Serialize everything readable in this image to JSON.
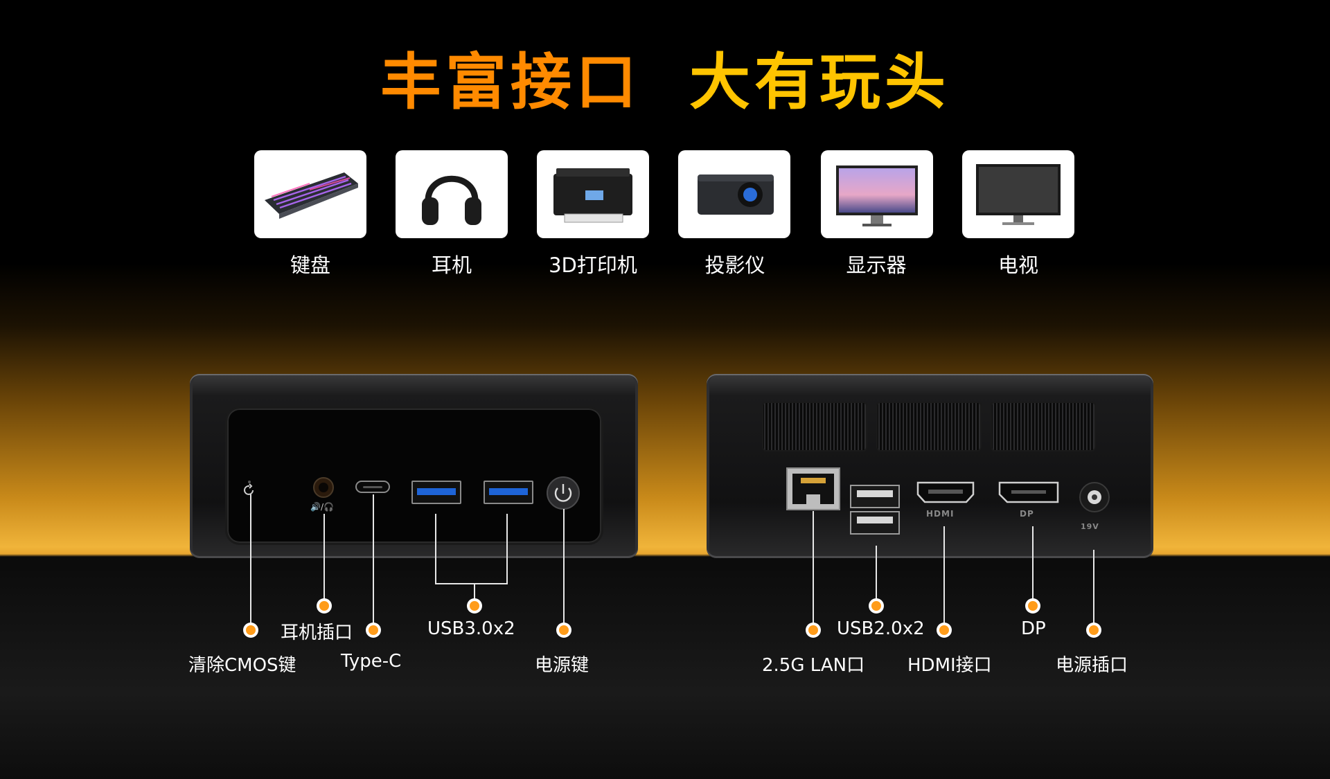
{
  "title": {
    "part1": "丰富接口",
    "part2": "大有玩头"
  },
  "devices": [
    {
      "label": "键盘",
      "icon": "keyboard-icon"
    },
    {
      "label": "耳机",
      "icon": "headphones-icon"
    },
    {
      "label": "3D打印机",
      "icon": "printer-icon"
    },
    {
      "label": "投影仪",
      "icon": "projector-icon"
    },
    {
      "label": "显示器",
      "icon": "monitor-icon"
    },
    {
      "label": "电视",
      "icon": "tv-icon"
    }
  ],
  "front_ports": {
    "clear_cmos": "清除CMOS键",
    "headphone": "耳机插口",
    "typec": "Type-C",
    "usb3": "USB3.0x2",
    "power": "电源键"
  },
  "rear_ports": {
    "lan": "2.5G LAN口",
    "usb2": "USB2.0x2",
    "hdmi": "HDMI接口",
    "dp": "DP",
    "power_in": "电源插口"
  },
  "port_markings": {
    "hdmi": "HDMI",
    "dp": "DP",
    "dc": "19V"
  },
  "colors": {
    "title1": "#ff8a00",
    "title2": "#ffc400",
    "dot": "#ff9c1a",
    "usb3": "#1e64d8"
  }
}
